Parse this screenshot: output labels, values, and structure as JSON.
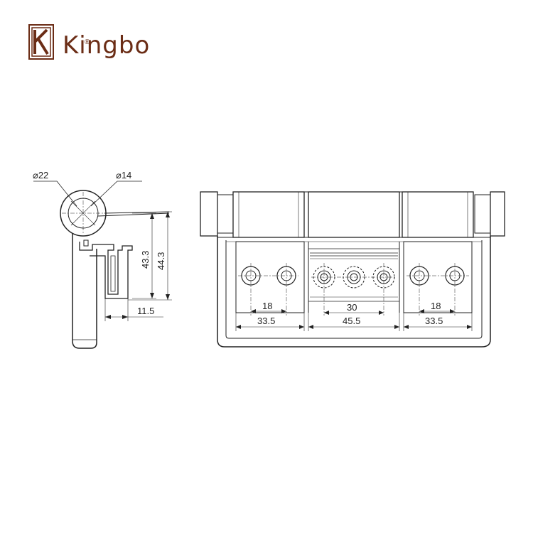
{
  "brand": {
    "name": "Kingbo",
    "registered": "®",
    "color": "#6b2d16"
  },
  "side_view": {
    "outer_diameter": "⌀22",
    "inner_diameter": "⌀14",
    "height_inner": "43.3",
    "height_outer": "44.3",
    "leaf_thickness": "11.5"
  },
  "front_view": {
    "left_pitch": "18",
    "left_width": "33.5",
    "center_pitch": "30",
    "center_width": "45.5",
    "right_pitch": "18",
    "right_width": "33.5"
  },
  "line_color": "#222222"
}
